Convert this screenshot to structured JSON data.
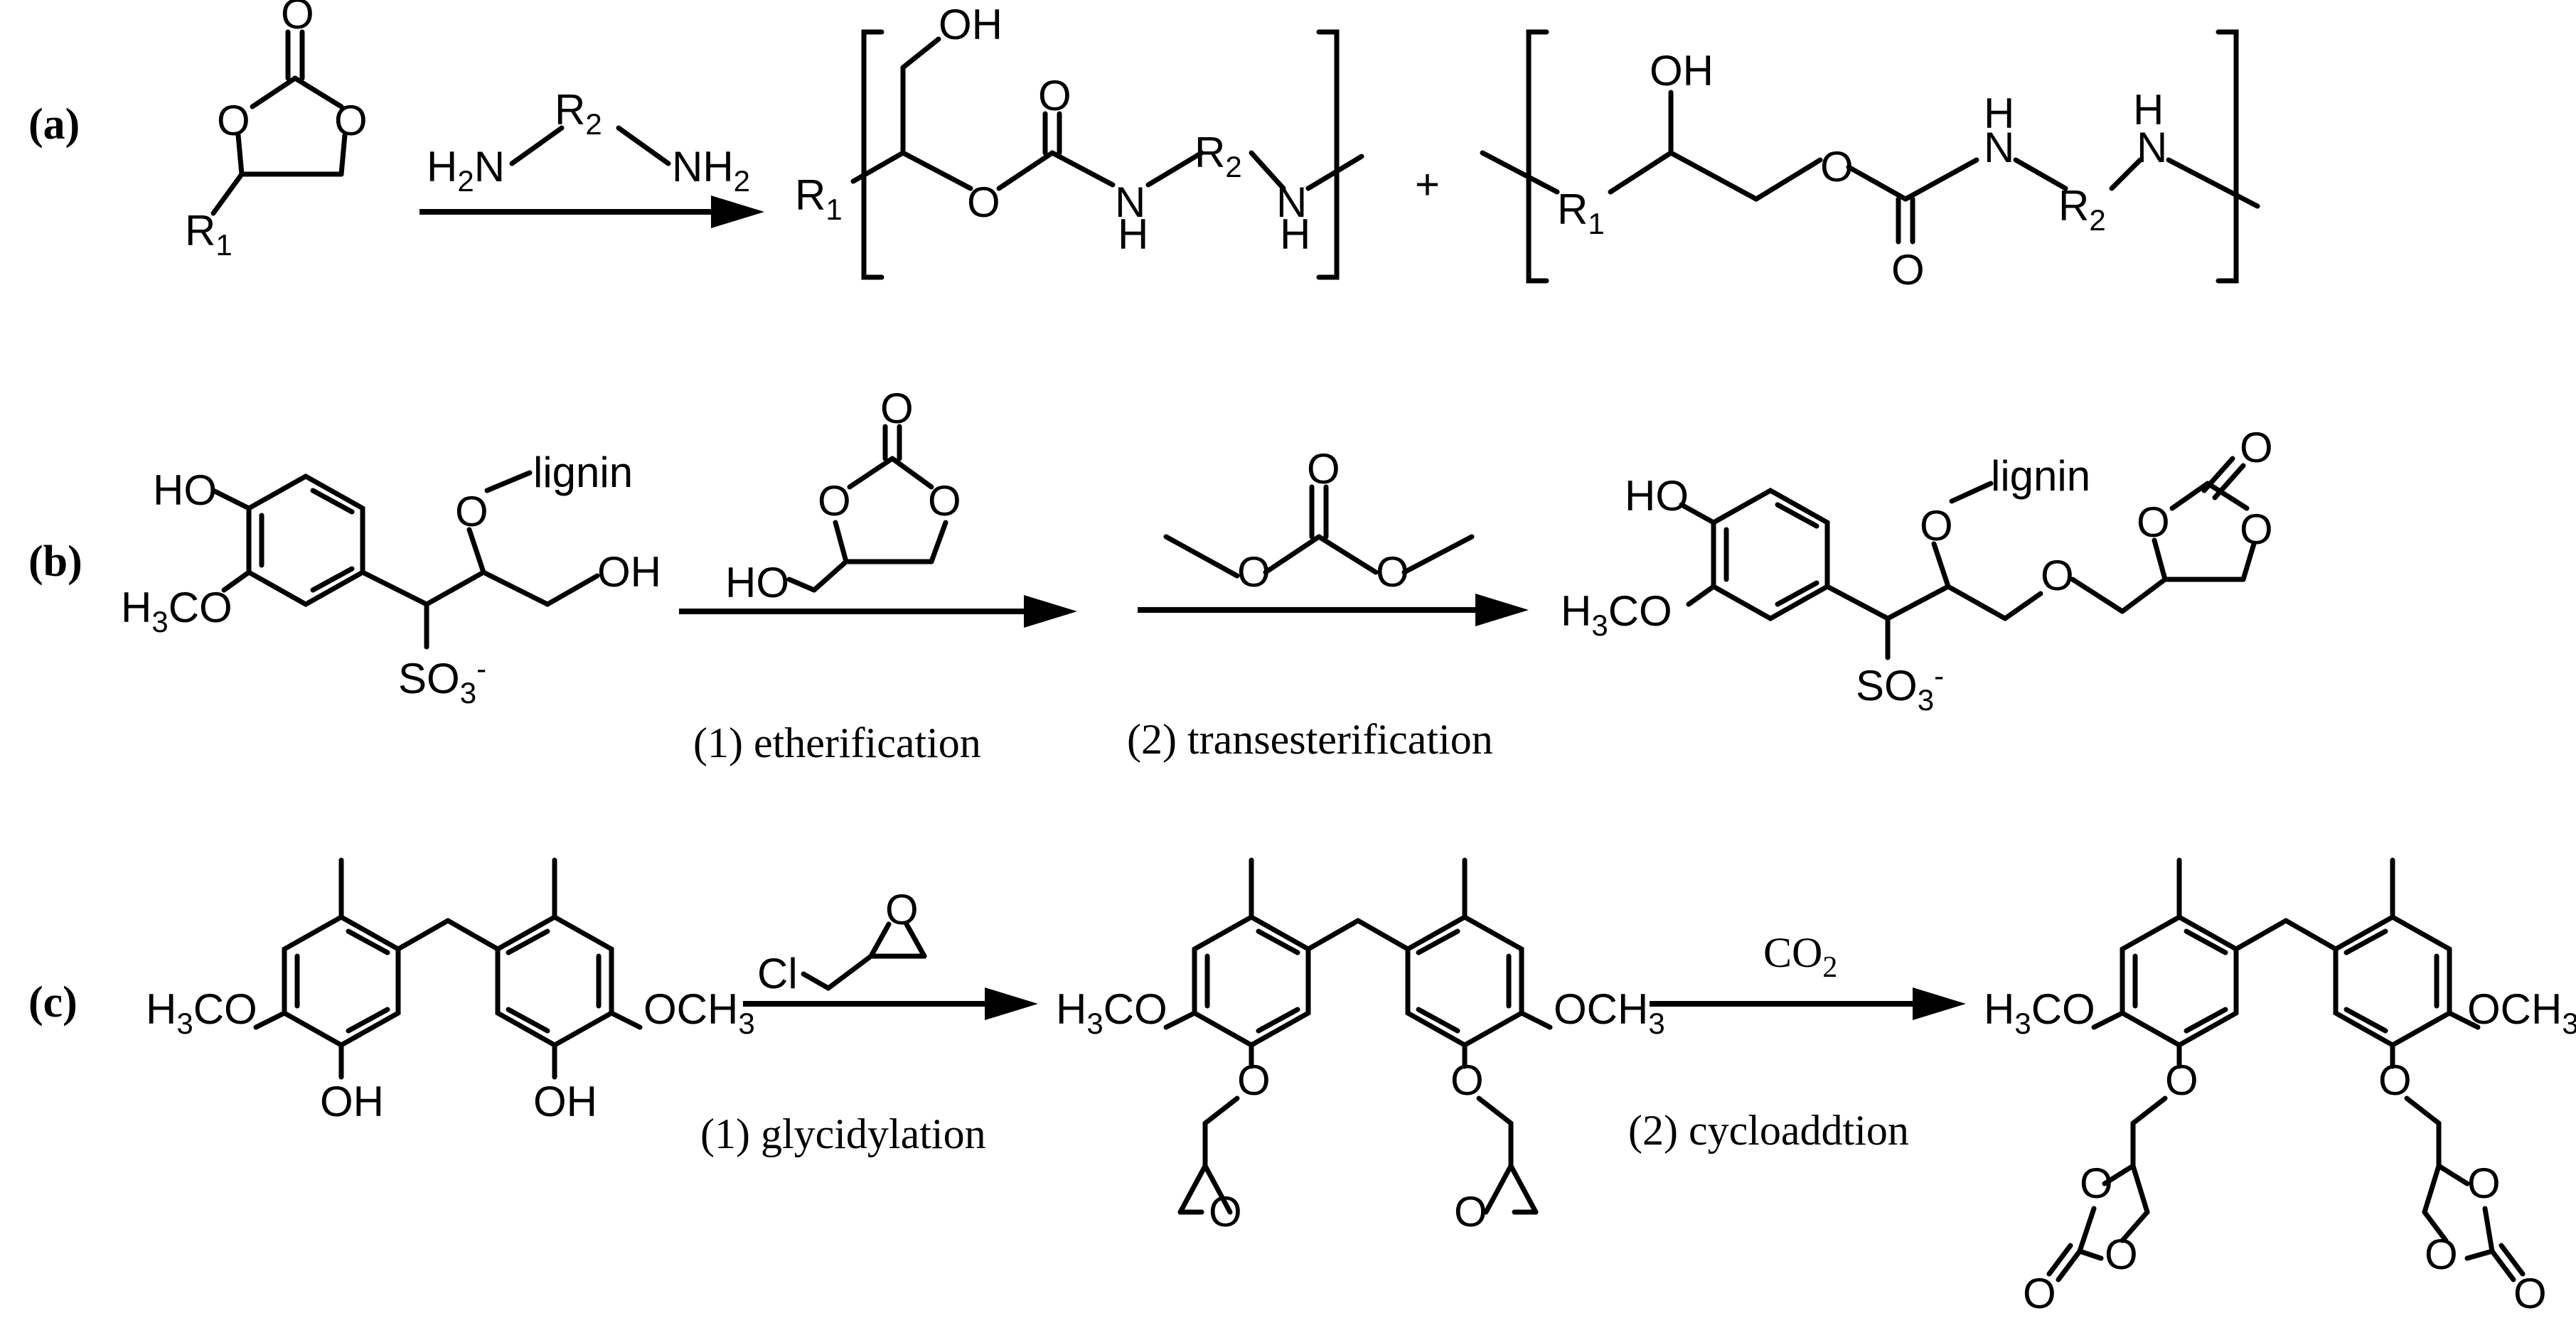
{
  "panels": {
    "a": {
      "label": "(a)"
    },
    "b": {
      "label": "(b)",
      "step1": "(1) etherification",
      "step2": "(2) transesterification"
    },
    "c": {
      "label": "(c)",
      "step1": "(1) glycidylation",
      "step2": "(2) cycloaddtion",
      "reagent2": "CO"
    }
  },
  "atoms": {
    "O": "O",
    "OH": "OH",
    "HO": "HO",
    "H": "H",
    "N": "N",
    "Cl": "Cl",
    "R": "R",
    "H2N": "H",
    "NH2": "NH",
    "lignin": "lignin",
    "SO3": "SO",
    "H3CO": "H",
    "OCH3": "OCH",
    "plus": "+",
    "minus": "-",
    "sub1": "1",
    "sub2": "2",
    "sub3": "3"
  }
}
